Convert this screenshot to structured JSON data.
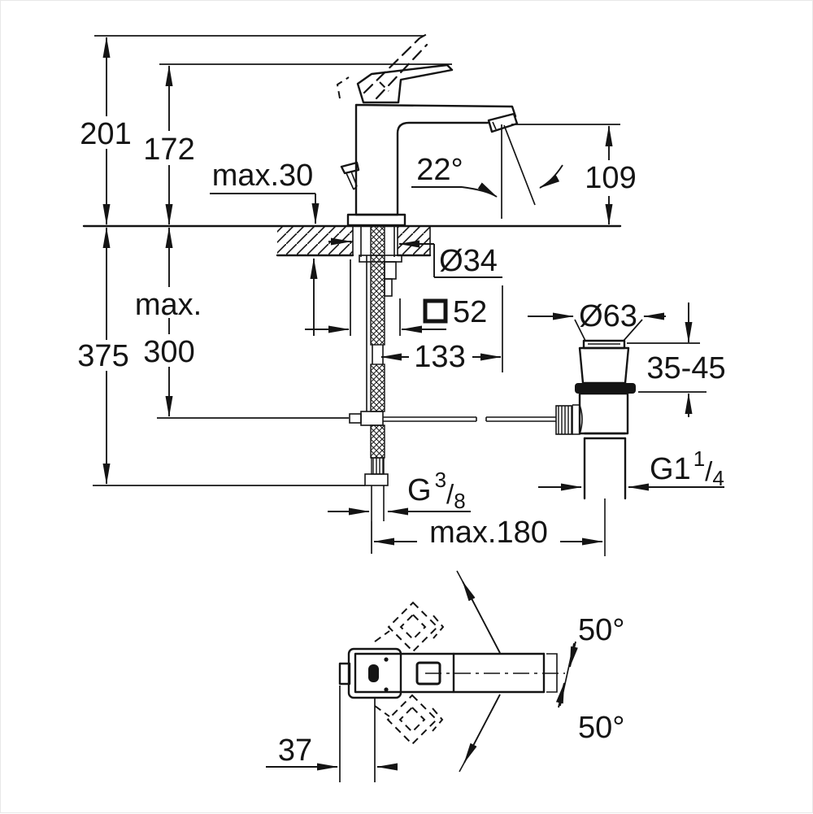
{
  "drawing": {
    "type": "technical-installation-drawing",
    "subject": "single-lever basin mixer faucet with pop-up waste, dimensioned front view and top view",
    "units": "mm",
    "labels": {
      "overall_height": "201",
      "spout_tip_height": "172",
      "deck_thickness": "max.30",
      "spout_angle": "22°",
      "spout_outlet_height": "109",
      "hole_diameter": "Ø34",
      "body_square_value": "52",
      "spout_projection": "133",
      "max_word": "max.",
      "max_depth_value": "300",
      "total_depth": "375",
      "waste_top_diameter": "Ø63",
      "clamping_range": "35-45",
      "waste_thread_g": "G1",
      "waste_thread_num": "1",
      "waste_thread_slash": "/",
      "waste_thread_den": "4",
      "hose_reach": "max.180",
      "supply_thread_g": "G",
      "supply_thread_num": "3",
      "supply_thread_slash": "/",
      "supply_thread_den": "8",
      "swivel_angle_up": "50°",
      "swivel_angle_down": "50°",
      "handle_offset": "37"
    },
    "line_color": "#141414",
    "background_color": "#ffffff"
  }
}
